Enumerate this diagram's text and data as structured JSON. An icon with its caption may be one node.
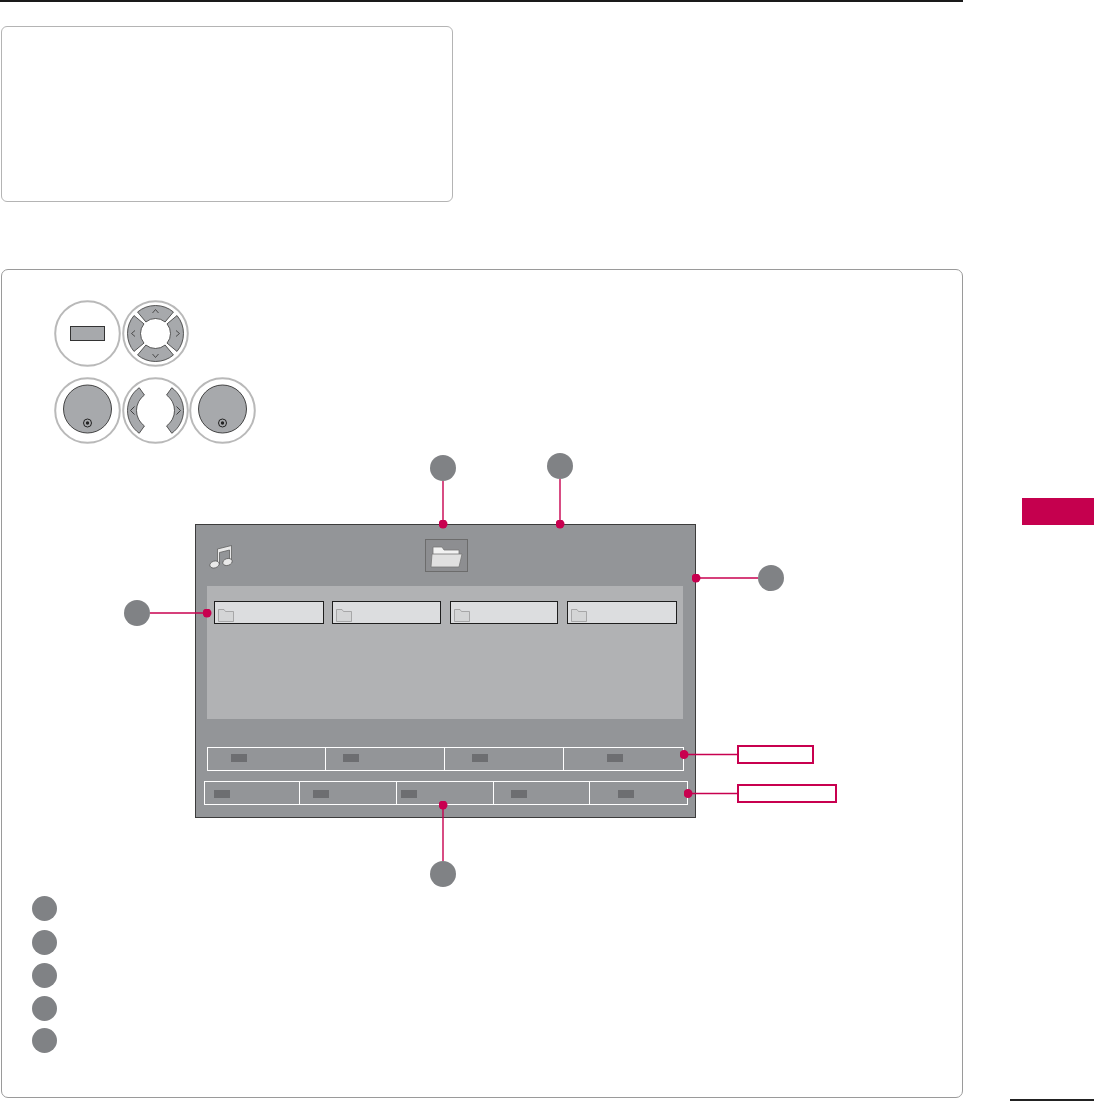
{
  "diagram": {
    "nodes": [
      {
        "text": [],
        "shape": "box"
      },
      {
        "text": [],
        "shape": "box"
      },
      {
        "text": [],
        "shape": "box",
        "in": 1
      },
      {
        "text": [],
        "shape": "box",
        "in": 2
      },
      {
        "text": [],
        "shape": "box",
        "in": 3
      },
      {
        "text": [],
        "shape": "box",
        "in": 3
      },
      {
        "text": [],
        "shape": "box",
        "in": 3
      },
      {
        "text": [],
        "shape": "box",
        "in": 3
      },
      {
        "text": [],
        "shape": "bar",
        "in": 2
      },
      {
        "text": [],
        "shape": "box",
        "in": 8
      },
      {
        "text": [],
        "shape": "box",
        "in": 8
      },
      {
        "text": [],
        "shape": "box",
        "in": 8
      },
      {
        "text": [],
        "shape": "box",
        "in": 8
      },
      {
        "text": [],
        "shape": "bar",
        "in": 2
      },
      {
        "text": [],
        "shape": "box",
        "in": 13
      },
      {
        "text": [],
        "shape": "box",
        "in": 13
      },
      {
        "text": [],
        "shape": "box",
        "in": 13
      },
      {
        "text": [],
        "shape": "box",
        "in": 13
      },
      {
        "text": [],
        "shape": "box",
        "in": 13
      },
      {
        "text": [],
        "shape": "circle",
        "in": 1
      },
      {
        "text": [],
        "shape": "circle",
        "in": 1
      },
      {
        "text": [],
        "shape": "circle",
        "in": 1
      },
      {
        "text": [],
        "shape": "circle",
        "in": 1
      },
      {
        "text": [],
        "shape": "circle",
        "in": 1
      },
      {
        "text": [],
        "shape": "box",
        "in": 1
      },
      {
        "text": [],
        "shape": "box",
        "in": 1
      },
      {
        "text": [],
        "shape": "circle",
        "in": 1
      },
      {
        "text": [],
        "shape": "circle",
        "in": 1
      },
      {
        "text": [],
        "shape": "circle",
        "in": 1
      },
      {
        "text": [],
        "shape": "circle",
        "in": 1
      },
      {
        "text": [],
        "shape": "circle",
        "in": 1
      }
    ],
    "edges": [
      {
        "from": 19,
        "to": 2,
        "arrow": "other"
      },
      {
        "from": 20,
        "to": 2,
        "arrow": "other"
      },
      {
        "from": 21,
        "to": 2,
        "arrow": "other"
      },
      {
        "from": 22,
        "to": 3,
        "arrow": "other"
      },
      {
        "from": 23,
        "to": 13,
        "arrow": "other"
      },
      {
        "from": 24,
        "to": 8,
        "arrow": "other"
      },
      {
        "from": 25,
        "to": 13,
        "arrow": "other"
      }
    ]
  }
}
